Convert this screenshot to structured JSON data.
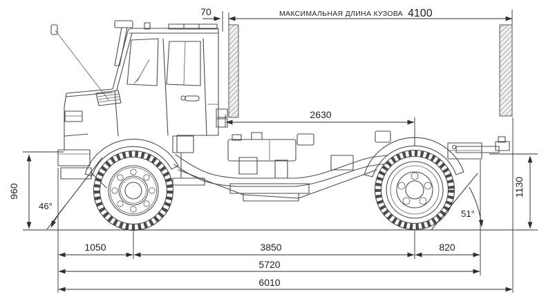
{
  "diagram": {
    "description": "Side-view dimensional line drawing of a Unimog-type truck chassis with Russian annotations",
    "units": "mm",
    "labels": {
      "gap_70": "70",
      "body_length_caption": "МАКСИМАЛЬНАЯ ДЛИНА КУЗОВА",
      "body_length": "4100",
      "cab_to_rear_axle": "2630",
      "front_overhang": "1050",
      "wheelbase": "3850",
      "rear_overhang": "820",
      "frame_length": "5720",
      "overall_length": "6010",
      "front_height": "960",
      "rear_height": "1130",
      "approach_angle": "46°",
      "departure_angle": "51°"
    },
    "colors": {
      "line": "#4a4a4a",
      "dimension": "#2e2e2e",
      "background": "#ffffff",
      "hatch": "#8a8a8a"
    }
  }
}
